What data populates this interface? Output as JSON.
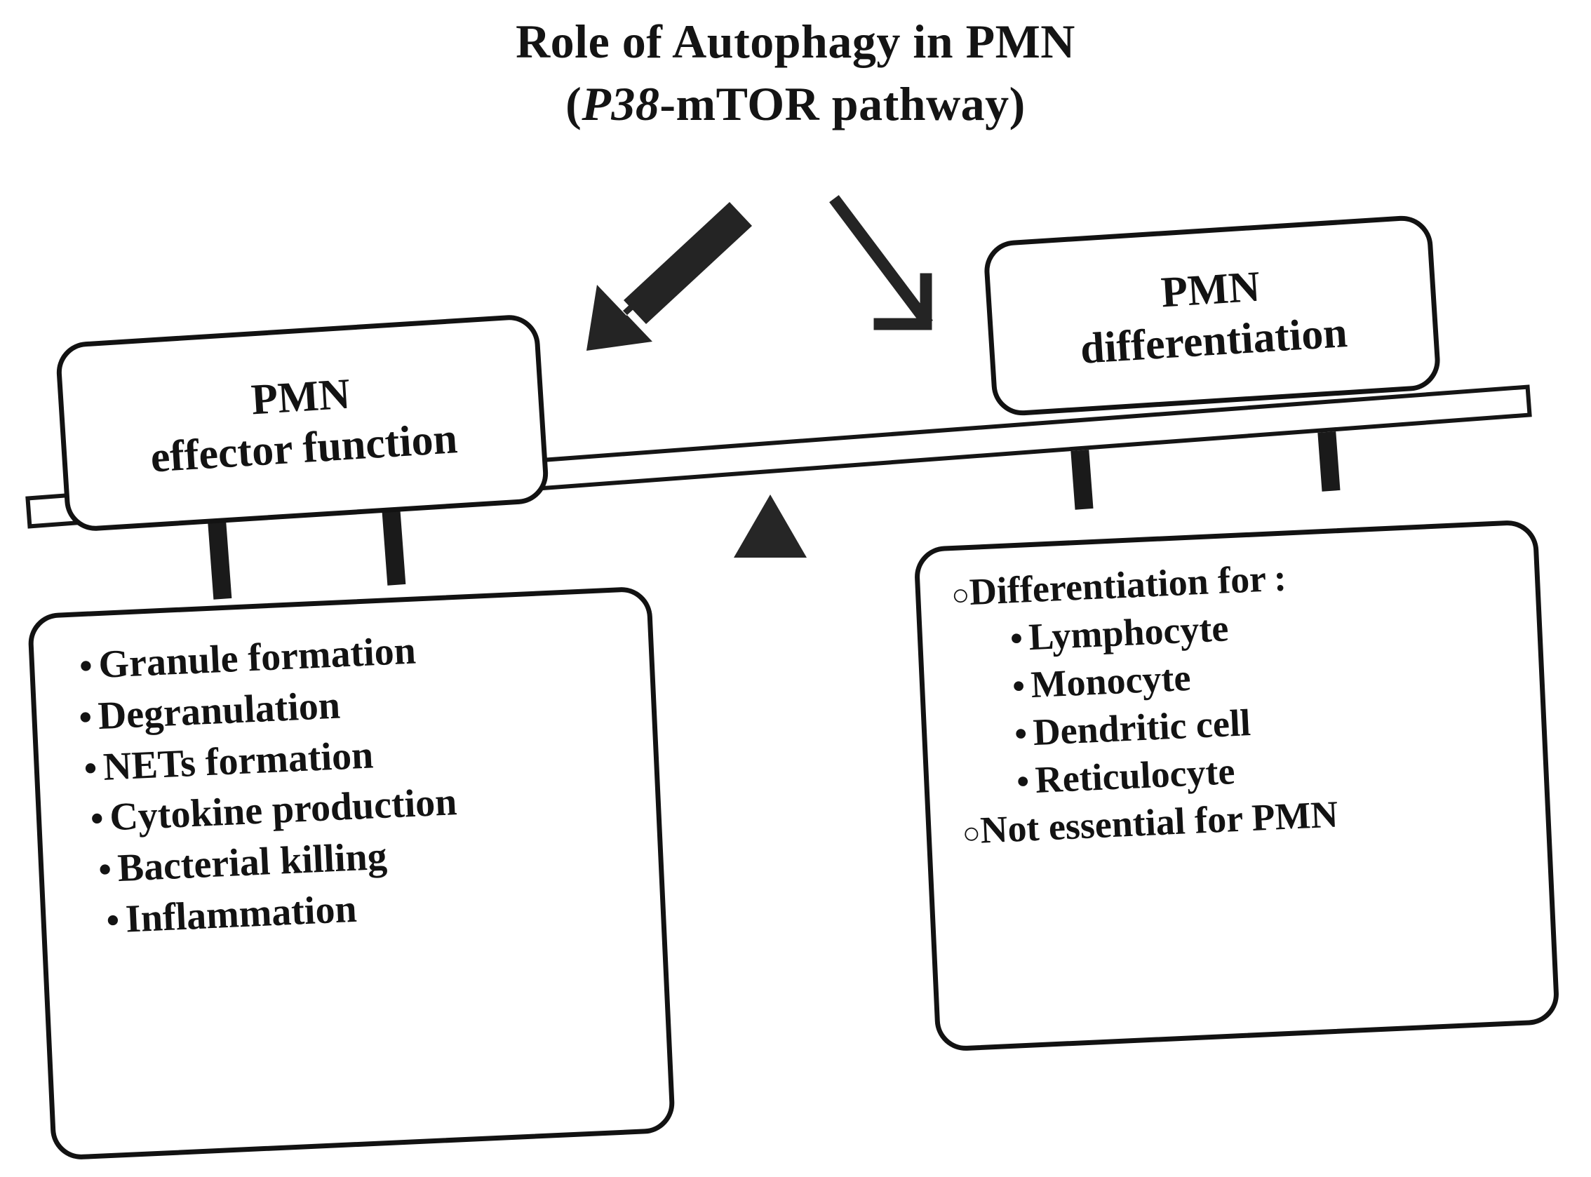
{
  "title": {
    "line1": "Role of Autophagy in PMN",
    "line2_prefix": "(",
    "line2_italic": "P38",
    "line2_rest": "-mTOR pathway)"
  },
  "left_branch": {
    "header": {
      "line1": "PMN",
      "line2": "effector function"
    },
    "items": [
      {
        "bullet": "filled-bullet",
        "glyph": "•",
        "label": "Granule formation"
      },
      {
        "bullet": "filled-bullet",
        "glyph": "•",
        "label": "Degranulation"
      },
      {
        "bullet": "filled-bullet",
        "glyph": "•",
        "label": "NETs formation"
      },
      {
        "bullet": "filled-bullet",
        "glyph": "•",
        "label": "Cytokine production"
      },
      {
        "bullet": "filled-bullet",
        "glyph": "•",
        "label": "Bacterial killing"
      },
      {
        "bullet": "filled-bullet",
        "glyph": "•",
        "label": "Inflammation"
      }
    ]
  },
  "right_branch": {
    "header": {
      "line1": "PMN",
      "line2": "differentiation"
    },
    "items": [
      {
        "bullet": "hollow-circle",
        "glyph": "○",
        "label": "Differentiation for :",
        "indent": 0
      },
      {
        "bullet": "filled-bullet",
        "glyph": "•",
        "label": "Lymphocyte",
        "indent": 1
      },
      {
        "bullet": "filled-bullet",
        "glyph": "•",
        "label": "Monocyte",
        "indent": 1
      },
      {
        "bullet": "filled-bullet",
        "glyph": "•",
        "label": "Dendritic cell",
        "indent": 1
      },
      {
        "bullet": "filled-bullet",
        "glyph": "•",
        "label": "Reticulocyte",
        "indent": 1
      },
      {
        "bullet": "hollow-circle",
        "glyph": "○",
        "label": "Not essential for PMN",
        "indent": 0
      }
    ]
  },
  "diagram": {
    "arrow_left": "thick-arrow-down-left",
    "arrow_right": "thin-arrow-down-right",
    "fulcrum": "triangle-fulcrum",
    "beam": "balance-beam",
    "posts": [
      "hanger-post",
      "hanger-post",
      "hanger-post",
      "hanger-post"
    ]
  },
  "colors": {
    "ink": "#131313",
    "background": "#ffffff",
    "fill_dark": "#1f1f1f"
  }
}
